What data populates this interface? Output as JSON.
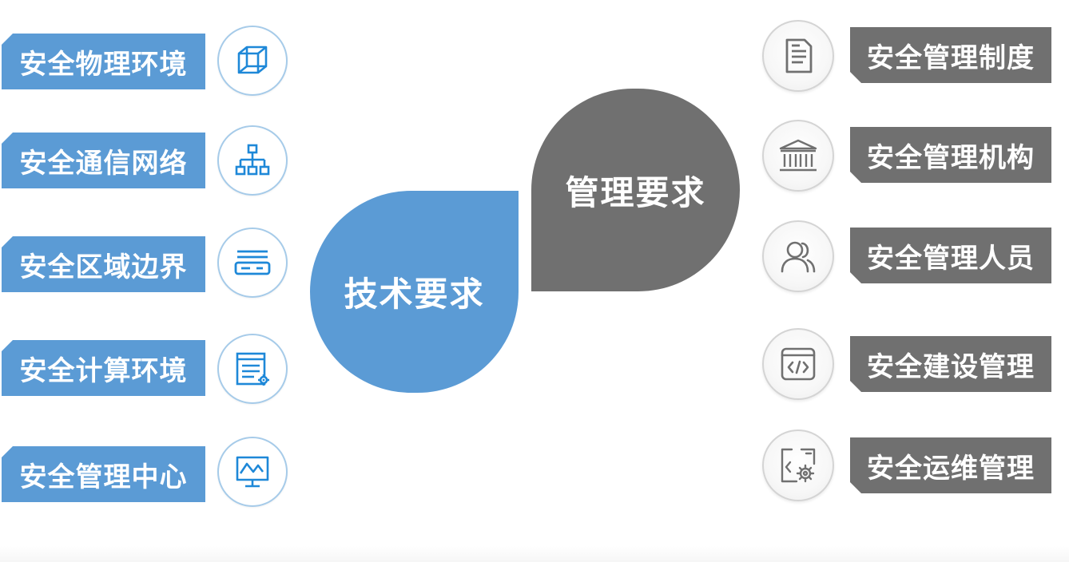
{
  "technical": {
    "title": "技术要求",
    "items": [
      {
        "label": "安全物理环境",
        "icon": "cube-icon"
      },
      {
        "label": "安全通信网络",
        "icon": "network-topology-icon"
      },
      {
        "label": "安全区域边界",
        "icon": "router-icon"
      },
      {
        "label": "安全计算环境",
        "icon": "server-gear-icon"
      },
      {
        "label": "安全管理中心",
        "icon": "monitor-chart-icon"
      }
    ]
  },
  "management": {
    "title": "管理要求",
    "items": [
      {
        "label": "安全管理制度",
        "icon": "document-icon"
      },
      {
        "label": "安全管理机构",
        "icon": "institution-icon"
      },
      {
        "label": "安全管理人员",
        "icon": "users-icon"
      },
      {
        "label": "安全建设管理",
        "icon": "code-window-icon"
      },
      {
        "label": "安全运维管理",
        "icon": "settings-window-icon"
      }
    ]
  },
  "colors": {
    "technical": "#5b9bd5",
    "management": "#707070",
    "technical_icon": "#1e88d8",
    "management_icon": "#707070"
  }
}
